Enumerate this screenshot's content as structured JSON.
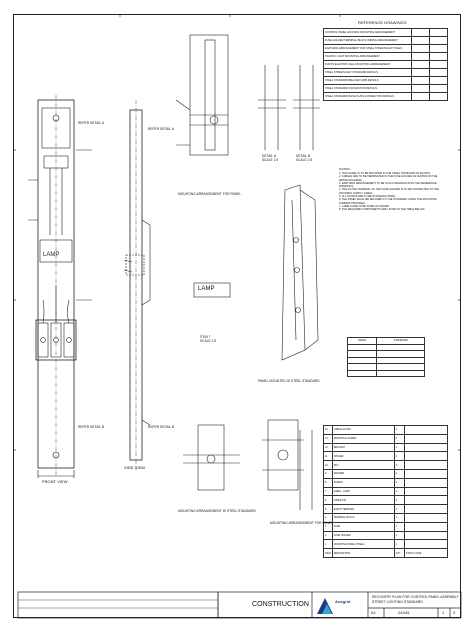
{
  "reference_drawings": {
    "heading": "REFERENCE DRAWINGS",
    "rows": [
      [
        "CONTROL PANEL HOUSING MOUNTING ARRANGEMENT",
        "",
        ""
      ],
      [
        "FUSE HOLDER TERMINAL BLOCK WIRING ARRANGEMENT",
        "",
        ""
      ],
      [
        "EARTHING ARRANGEMENT FOR STEEL STREETLIGHT POLES",
        "",
        ""
      ],
      [
        "TRAFFIC LIGHT MOUNTING ARRANGEMENT",
        "",
        ""
      ],
      [
        "PHOTO ELECTRIC CELL MOUNTING ARRANGEMENT",
        "",
        ""
      ],
      [
        "STEEL STREETLIGHT STANDARD DETAILS",
        "",
        ""
      ],
      [
        "STEEL STANDARD BRACKET ARM DETAILS",
        "",
        ""
      ],
      [
        "STEEL STANDARD FOUNDATION DETAILS",
        "",
        ""
      ],
      [
        "STEEL STANDARD BASE PLATE CONNECTION DETAILS",
        "",
        ""
      ]
    ]
  },
  "notes": {
    "heading": "NOTES:",
    "items": [
      "1. THIS PANEL IS TO BE MOUNTED IN THE STEEL STANDARD AS SHOWN.",
      "2. CABLES ARE TO BE TERMINATED IN THE FUSE HOLDER AS SHOWN ON THE WIRING DIAGRAM.",
      "3. EARTHING ARRANGEMENT TO BE IN ACCORDANCE WITH THE REFERENCE DRAWINGS.",
      "4. THE ACTIVE TERMINAL OF THE FUSE HOLDER IS TO BE CONNECTED TO THE INCOMING SUPPLY CABLE.",
      "5. ALL FIXINGS ARE TO BE STAINLESS STEEL.",
      "6. THE PANEL SHALL BE SECURED TO THE STANDARD USING THE MOUNTING SCREWS PROVIDED.",
      "7. LABELS ARE TO BE FIXED AS SHOWN.",
      "8. THE REQUIRED COMPONENTS ARE LISTED IN THE TABLE BELOW."
    ]
  },
  "panel_table": {
    "headers": [
      "PANEL",
      "STANDARD"
    ],
    "rows": [
      [
        "",
        ""
      ],
      [
        "",
        ""
      ],
      [
        "",
        ""
      ],
      [
        "",
        ""
      ],
      [
        "",
        ""
      ]
    ]
  },
  "bom": {
    "rows": [
      [
        "1",
        "MOUNTING PANEL (STEEL)",
        "1",
        ""
      ],
      [
        "2",
        "FUSE HOLDER",
        "1",
        ""
      ],
      [
        "3",
        "FUSE",
        "1",
        ""
      ],
      [
        "4",
        "TERMINAL BLOCK",
        "1",
        ""
      ],
      [
        "5",
        "EARTH TERMINAL",
        "1",
        ""
      ],
      [
        "6",
        "CABLE TIE",
        "4",
        ""
      ],
      [
        "7",
        "LABEL - LAMP",
        "1",
        ""
      ],
      [
        "8",
        "SCREW",
        "4",
        ""
      ],
      [
        "9",
        "WASHER",
        "4",
        ""
      ],
      [
        "10",
        "NUT",
        "4",
        ""
      ],
      [
        "11",
        "SPACER",
        "2",
        ""
      ],
      [
        "12",
        "BRACKET",
        "1",
        ""
      ],
      [
        "13",
        "MOUNTING SCREW",
        "2",
        ""
      ],
      [
        "14",
        "CABLE GLAND",
        "1",
        ""
      ]
    ],
    "footer": [
      "ITEM",
      "DESCRIPTION",
      "QTY",
      "STOCK CODE"
    ]
  },
  "views": {
    "front_view": "FRONT VIEW",
    "side_view": "SIDE VIEW",
    "detail_a": "DETAIL A",
    "detail_b": "DETAIL B",
    "item_label": "ITEM 7",
    "lamp_label": "LAMP",
    "panel_caption": "PANEL MOUNTED IN STEEL STANDARD",
    "mounting_caption": "MOUNTING ARRANGEMENT IN STEEL STANDARD",
    "detail_caption": "MOUNTING ARRANGEMENT FOR PANEL",
    "ref_detail_a": "REFER DETAIL A",
    "ref_detail_b": "REFER DETAIL B",
    "scale": "SCALE 1:5"
  },
  "title_block": {
    "status": "CONSTRUCTION",
    "company": "Ausgrid",
    "title_line1": "RECOVERY PLAN FOR CONTROL PANEL ASSEMBLY",
    "title_line2": "STREET LIGHTING STANDARD",
    "size": "A1",
    "drawing_no": "24349",
    "sheet": "1",
    "revision": "3"
  }
}
